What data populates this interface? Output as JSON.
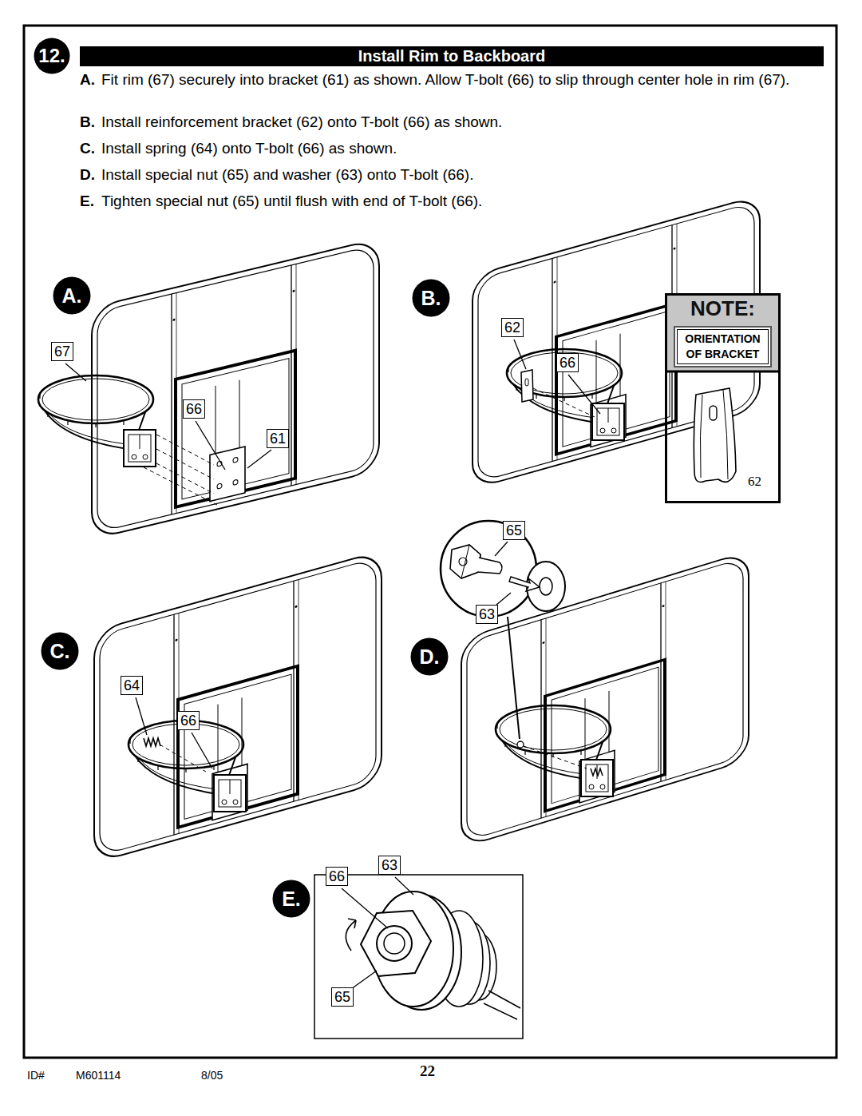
{
  "diagram": {
    "title": "Install Rim to Backboard",
    "nodes": [
      {
        "text": [
          "12."
        ]
      },
      {
        "text": [
          "A."
        ]
      },
      {
        "text": [
          "B."
        ]
      },
      {
        "text": [
          "62"
        ]
      },
      {
        "text": [
          "67"
        ]
      },
      {
        "text": [
          "66"
        ]
      },
      {
        "text": [
          "NOTE:"
        ]
      },
      {
        "text": [
          "ORIENTATION OF BRACKET"
        ],
        "in": 6
      },
      {
        "text": [
          "66"
        ]
      },
      {
        "text": [
          "61"
        ]
      },
      {
        "text": [
          "65"
        ]
      },
      {
        "text": [
          "63"
        ]
      },
      {
        "text": [
          "C."
        ]
      },
      {
        "text": [
          "D."
        ]
      },
      {
        "text": [
          "64"
        ]
      },
      {
        "text": [
          "66"
        ]
      },
      {
        "text": [
          "63"
        ]
      },
      {
        "text": [
          "66"
        ]
      },
      {
        "text": [
          "E."
        ]
      },
      {
        "text": [
          "65"
        ]
      }
    ],
    "labels": [
      "A.",
      "Fit rim (67) securely into bracket (61) as shown. Allow T-bolt (66) to slip through center hole in rim (67).",
      "B.",
      "Install reinforcement bracket (62) onto T-bolt (66) as shown.",
      "C.",
      "Install spring (64) onto T-bolt (66) as shown.",
      "D.",
      "Install special nut (65) and washer (63) onto T-bolt (66).",
      "E.",
      "Tighten special nut (65) until flush with end of T-bolt (66).",
      "62",
      "ID#",
      "M601114",
      "8/05",
      "22"
    ]
  }
}
